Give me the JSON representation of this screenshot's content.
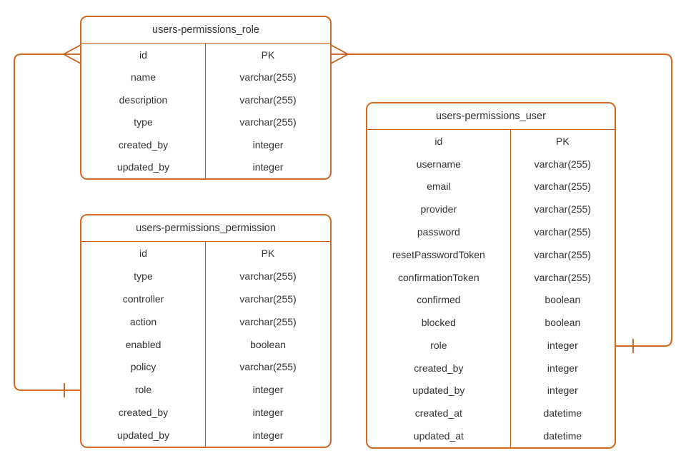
{
  "diagram": {
    "background_color": "#ffffff",
    "accent_color": "#d2691e",
    "text_color": "#333333",
    "notation": "crow's foot"
  },
  "tables": [
    {
      "name": "users-permissions_role",
      "fields": [
        {
          "name": "id",
          "type": "PK"
        },
        {
          "name": "name",
          "type": "varchar(255)"
        },
        {
          "name": "description",
          "type": "varchar(255)"
        },
        {
          "name": "type",
          "type": "varchar(255)"
        },
        {
          "name": "created_by",
          "type": "integer"
        },
        {
          "name": "updated_by",
          "type": "integer"
        }
      ]
    },
    {
      "name": "users-permissions_permission",
      "fields": [
        {
          "name": "id",
          "type": "PK"
        },
        {
          "name": "type",
          "type": "varchar(255)"
        },
        {
          "name": "controller",
          "type": "varchar(255)"
        },
        {
          "name": "action",
          "type": "varchar(255)"
        },
        {
          "name": "enabled",
          "type": "boolean"
        },
        {
          "name": "policy",
          "type": "varchar(255)"
        },
        {
          "name": "role",
          "type": "integer"
        },
        {
          "name": "created_by",
          "type": "integer"
        },
        {
          "name": "updated_by",
          "type": "integer"
        }
      ]
    },
    {
      "name": "users-permissions_user",
      "fields": [
        {
          "name": "id",
          "type": "PK"
        },
        {
          "name": "username",
          "type": "varchar(255)"
        },
        {
          "name": "email",
          "type": "varchar(255)"
        },
        {
          "name": "provider",
          "type": "varchar(255)"
        },
        {
          "name": "password",
          "type": "varchar(255)"
        },
        {
          "name": "resetPasswordToken",
          "type": "varchar(255)"
        },
        {
          "name": "confirmationToken",
          "type": "varchar(255)"
        },
        {
          "name": "confirmed",
          "type": "boolean"
        },
        {
          "name": "blocked",
          "type": "boolean"
        },
        {
          "name": "role",
          "type": "integer"
        },
        {
          "name": "created_by",
          "type": "integer"
        },
        {
          "name": "updated_by",
          "type": "integer"
        },
        {
          "name": "created_at",
          "type": "datetime"
        },
        {
          "name": "updated_at",
          "type": "datetime"
        }
      ]
    }
  ],
  "relationships": [
    {
      "from_table": "users-permissions_role",
      "from_field": "id",
      "from_cardinality": "many",
      "to_table": "users-permissions_permission",
      "to_field": "role",
      "to_cardinality": "one"
    },
    {
      "from_table": "users-permissions_role",
      "from_field": "id",
      "from_cardinality": "many",
      "to_table": "users-permissions_user",
      "to_field": "role",
      "to_cardinality": "one"
    }
  ]
}
